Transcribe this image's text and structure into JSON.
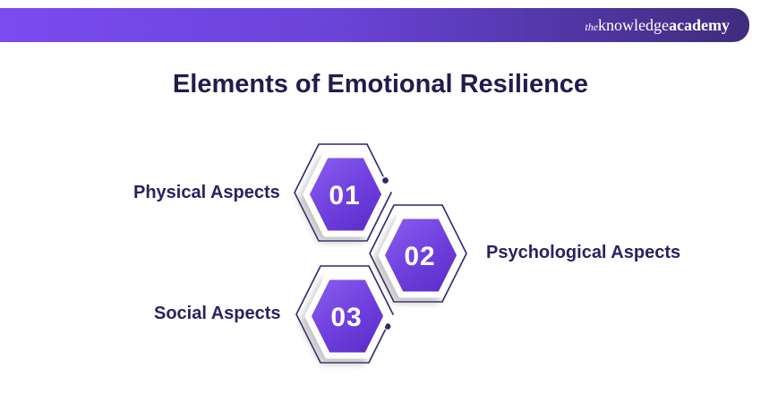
{
  "header": {
    "logo": {
      "the": "the",
      "knowledge": "knowledge",
      "academy": "academy"
    }
  },
  "title": "Elements of Emotional Resilience",
  "diagram": {
    "items": [
      {
        "number": "01",
        "label": "Physical Aspects",
        "label_side": "left"
      },
      {
        "number": "02",
        "label": "Psychological Aspects",
        "label_side": "right"
      },
      {
        "number": "03",
        "label": "Social Aspects",
        "label_side": "left"
      }
    ]
  },
  "colors": {
    "header_gradient_start": "#7B4BF0",
    "header_gradient_end": "#3F2C7D",
    "hex_fill_light": "#8B62F2",
    "hex_fill_dark": "#5B2EC9",
    "hex_outline": "#33246E",
    "title_text": "#221B4E",
    "label_text": "#2B2161",
    "number_text": "#FFFFFF",
    "background": "#FFFFFF"
  }
}
